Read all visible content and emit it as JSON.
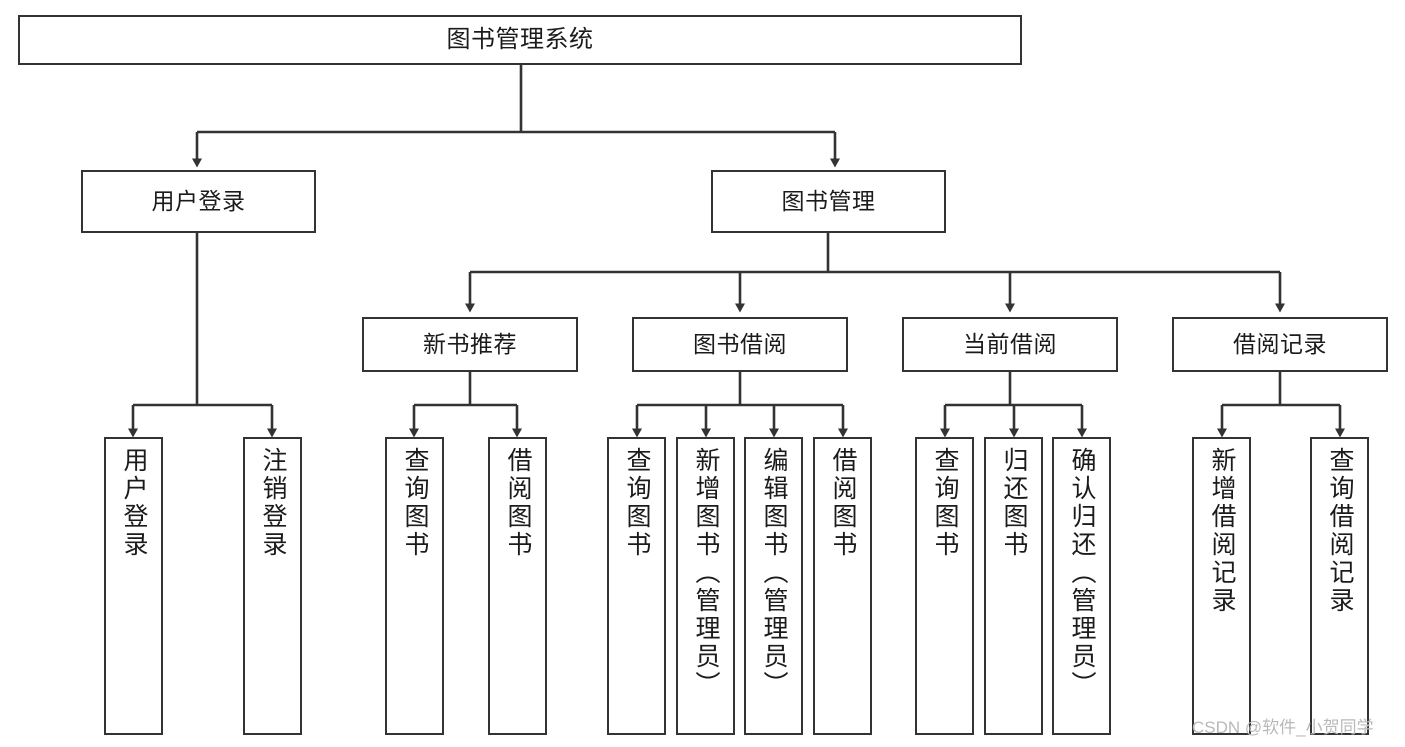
{
  "diagram": {
    "type": "tree-hierarchy",
    "title": "图书管理系统",
    "orientation": "top-down",
    "colors": {
      "background": "#ffffff",
      "node_fill": "#ffffff",
      "node_border": "#333333",
      "edge": "#333333",
      "text": "#1b1b1b",
      "watermark": "#b9b9b9"
    },
    "watermark": "CSDN @软件_小贺同学"
  },
  "nodes": {
    "root": {
      "label": "图书管理系统",
      "level": 0
    },
    "level1": [
      {
        "id": "user-login",
        "label": "用户登录"
      },
      {
        "id": "book-management",
        "label": "图书管理"
      }
    ],
    "level2": [
      {
        "id": "new-book-recommend",
        "label": "新书推荐",
        "parent": "book-management"
      },
      {
        "id": "book-borrow",
        "label": "图书借阅",
        "parent": "book-management"
      },
      {
        "id": "current-borrow",
        "label": "当前借阅",
        "parent": "book-management"
      },
      {
        "id": "borrow-record",
        "label": "借阅记录",
        "parent": "book-management"
      }
    ],
    "leaves": {
      "user-login": [
        {
          "id": "leaf-user-login",
          "label": "用户登录"
        },
        {
          "id": "leaf-logout-login",
          "label": "注销登录"
        }
      ],
      "new-book-recommend": [
        {
          "id": "leaf-query-book-1",
          "label": "查询图书"
        },
        {
          "id": "leaf-borrow-book-1",
          "label": "借阅图书"
        }
      ],
      "book-borrow": [
        {
          "id": "leaf-query-book-2",
          "label": "查询图书"
        },
        {
          "id": "leaf-add-book",
          "label": "新增图书（管理员）"
        },
        {
          "id": "leaf-edit-book",
          "label": "编辑图书（管理员）"
        },
        {
          "id": "leaf-borrow-book-2",
          "label": "借阅图书"
        }
      ],
      "current-borrow": [
        {
          "id": "leaf-query-book-3",
          "label": "查询图书"
        },
        {
          "id": "leaf-return-book",
          "label": "归还图书"
        },
        {
          "id": "leaf-confirm-return",
          "label": "确认归还（管理员）"
        }
      ],
      "borrow-record": [
        {
          "id": "leaf-add-record",
          "label": "新增借阅记录"
        },
        {
          "id": "leaf-query-record",
          "label": "查询借阅记录"
        }
      ]
    }
  }
}
